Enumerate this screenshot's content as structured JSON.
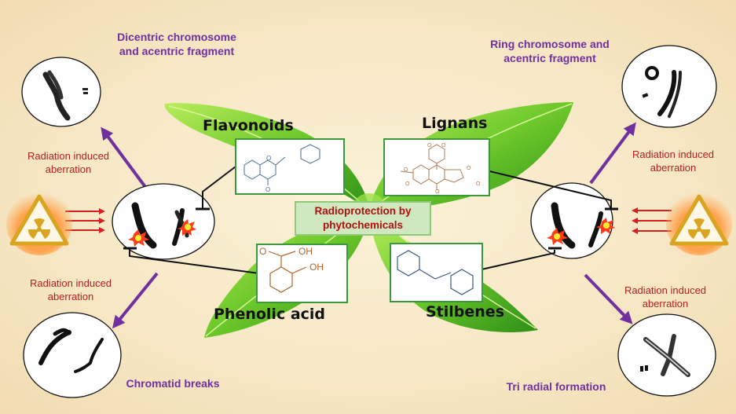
{
  "center": {
    "line1": "Radioprotection by",
    "line2": "phytochemicals"
  },
  "groups": {
    "flavonoids": {
      "label": "Flavonoids",
      "structure_color": "#4a6a9a",
      "structure_atoms": [
        "O",
        "O"
      ]
    },
    "lignans": {
      "label": "Lignans",
      "structure_color": "#b07850",
      "structure_atoms": [
        "O",
        "O",
        "O",
        "O",
        "O",
        "O",
        "O"
      ]
    },
    "phenolic_acid": {
      "label": "Phenolic acid",
      "structure_color": "#b5652a",
      "structure_atoms": [
        "O",
        "OH",
        "OH"
      ]
    },
    "stilbenes": {
      "label": "Stilbenes",
      "structure_color": "#3a5a8a",
      "structure_atoms": []
    }
  },
  "outcomes": {
    "top_left": {
      "line1": "Dicentric chromosome",
      "line2": "and acentric fragment"
    },
    "top_right": {
      "line1": "Ring chromosome and",
      "line2": "acentric fragment"
    },
    "bottom_left": {
      "line1": "Chromatid breaks"
    },
    "bottom_right": {
      "line1": "Tri radial formation"
    }
  },
  "aberration_labels": {
    "upper_left": {
      "line1": "Radiation induced",
      "line2": "aberration"
    },
    "lower_left": {
      "line1": "Radiation induced",
      "line2": "aberration"
    },
    "upper_right": {
      "line1": "Radiation induced",
      "line2": "aberration"
    },
    "lower_right": {
      "line1": "Radiation induced",
      "line2": "aberration"
    }
  },
  "colors": {
    "title_purple": "#7030a0",
    "aberration_red": "#b32020",
    "arrow_purple": "#7030a0",
    "radiation_arrow": "#d42020",
    "hazard_yellow": "#d9a520",
    "leaf_green": "#6cc82a"
  },
  "icons": {
    "radiation_hazard": "radiation-hazard-icon",
    "damage_burst": "explosion-burst-icon",
    "inhibition": "inhibition-t-bar"
  }
}
